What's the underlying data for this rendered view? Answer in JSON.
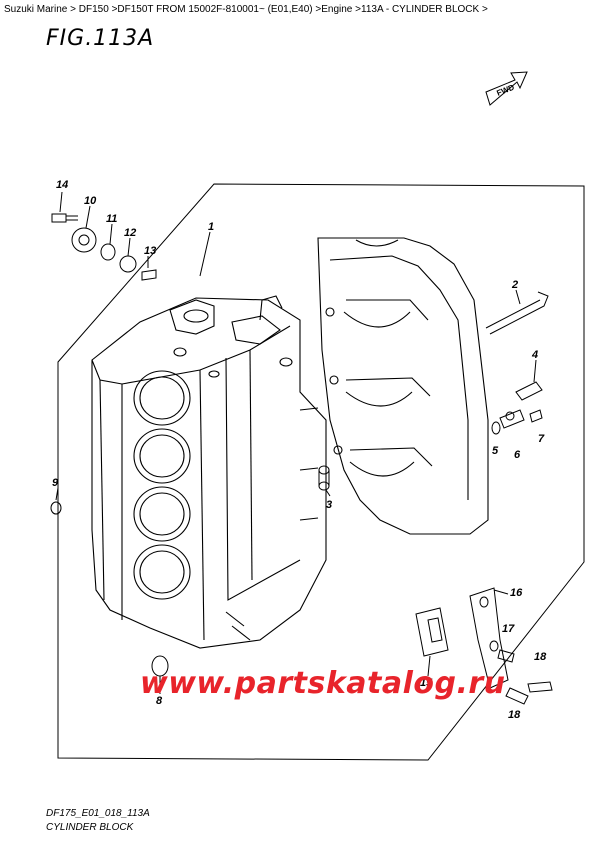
{
  "breadcrumb": [
    "Suzuki Marine",
    ">",
    "DF150",
    ">DF150T FROM 15002F-810001~ (E01,E40)",
    ">Engine",
    ">113A - CYLINDER BLOCK >"
  ],
  "figure": {
    "title": "FIG.113A",
    "fwd_label": "FWD"
  },
  "callouts": [
    "1",
    "2",
    "3",
    "4",
    "5",
    "6",
    "7",
    "8",
    "9",
    "10",
    "11",
    "12",
    "13",
    "14",
    "15",
    "16",
    "17",
    "18",
    "18"
  ],
  "footer": {
    "code": "DF175_E01_018_113A",
    "name": "CYLINDER BLOCK"
  },
  "watermark": "www.partskatalog.ru",
  "colors": {
    "line": "#000000",
    "watermark": "#e8242b"
  }
}
